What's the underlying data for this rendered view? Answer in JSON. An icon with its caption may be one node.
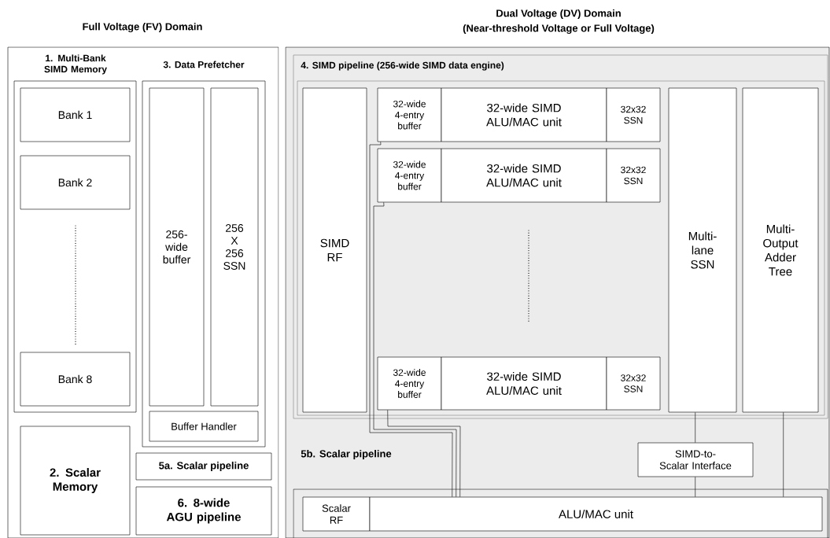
{
  "diagram": {
    "nodes": [
      {
        "text": [
          "Full Voltage (FV) Domain"
        ]
      },
      {
        "text": [
          "1. Multi-Bank SIMD Memory"
        ],
        "in": 0
      },
      {
        "text": [
          "Bank 1"
        ],
        "in": 1
      },
      {
        "text": [
          "Bank 2"
        ],
        "in": 1
      },
      {
        "text": [
          "Bank 8"
        ],
        "in": 1
      },
      {
        "text": [
          "3. Data Prefetcher"
        ],
        "in": 0
      },
      {
        "text": [
          "256-wide buffer"
        ],
        "in": 5
      },
      {
        "text": [
          "256 X 256 SSN"
        ],
        "in": 5
      },
      {
        "text": [
          "Buffer Handler"
        ],
        "in": 5
      },
      {
        "text": [
          "2. Scalar Memory"
        ],
        "in": 0
      },
      {
        "text": [
          "5a. Scalar pipeline"
        ],
        "in": 0
      },
      {
        "text": [
          "6. 8-wide AGU pipeline"
        ],
        "in": 0
      },
      {
        "text": [
          "Dual Voltage (DV) Domain",
          "(Near-threshold Voltage or Full Voltage)"
        ]
      },
      {
        "text": [
          "4. SIMD pipeline (256-wide SIMD data engine)"
        ],
        "in": 12
      },
      {
        "text": [
          "SIMD RF"
        ],
        "in": 13
      },
      {
        "text": [
          "32-wide 4-entry buffer"
        ],
        "in": 13
      },
      {
        "text": [
          "32-wide SIMD ALU/MAC unit"
        ],
        "in": 13
      },
      {
        "text": [
          "32x32 SSN"
        ],
        "in": 13
      },
      {
        "text": [
          "32-wide 4-entry buffer"
        ],
        "in": 13
      },
      {
        "text": [
          "32-wide SIMD ALU/MAC unit"
        ],
        "in": 13
      },
      {
        "text": [
          "32x32 SSN"
        ],
        "in": 13
      },
      {
        "text": [
          "32-wide 4-entry buffer"
        ],
        "in": 13
      },
      {
        "text": [
          "32-wide SIMD ALU/MAC unit"
        ],
        "in": 13
      },
      {
        "text": [
          "32x32 SSN"
        ],
        "in": 13
      },
      {
        "text": [
          "Multi-lane SSN"
        ],
        "in": 13
      },
      {
        "text": [
          "Multi-Output Adder Tree"
        ],
        "in": 13
      },
      {
        "text": [
          "5b. Scalar pipeline"
        ],
        "in": 12
      },
      {
        "text": [
          "SIMD-to-Scalar Interface"
        ],
        "in": 12
      },
      {
        "text": [
          "Scalar RF"
        ],
        "in": 26
      },
      {
        "text": [
          "ALU/MAC unit"
        ],
        "in": 26
      }
    ],
    "edges": [
      {
        "from": 15,
        "to": 29,
        "arrow": "none"
      },
      {
        "from": 18,
        "to": 29,
        "arrow": "none"
      },
      {
        "from": 21,
        "to": 29,
        "arrow": "none"
      },
      {
        "from": 24,
        "to": 27,
        "arrow": "none"
      },
      {
        "from": 27,
        "to": 29,
        "arrow": "none"
      },
      {
        "from": 25,
        "to": 29,
        "arrow": "none"
      }
    ]
  }
}
